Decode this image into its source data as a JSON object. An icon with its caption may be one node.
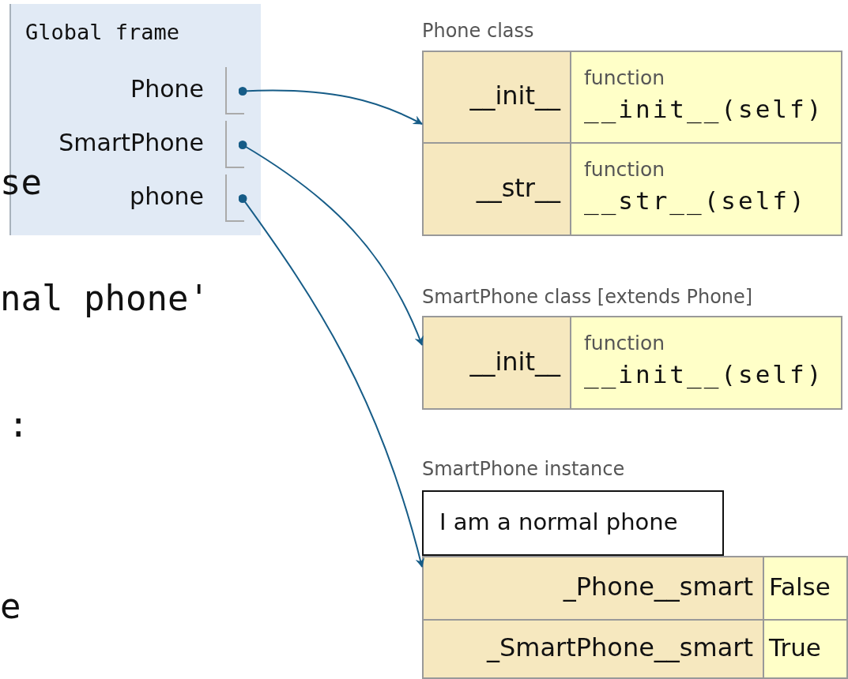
{
  "diagram": {
    "nodes": [
      {
        "text": [
          "Global frame"
        ]
      },
      {
        "text": [
          "Phone"
        ],
        "in": 0
      },
      {
        "text": [
          "SmartPhone"
        ],
        "in": 0
      },
      {
        "text": [
          "phone"
        ],
        "in": 0
      },
      {
        "text": [
          "Phone class"
        ]
      },
      {
        "text": [
          "__init__"
        ],
        "in": 4
      },
      {
        "text": [
          "function",
          "__init__(self)"
        ],
        "in": 4
      },
      {
        "text": [
          "__str__"
        ],
        "in": 4
      },
      {
        "text": [
          "function",
          "__str__(self)"
        ],
        "in": 4
      },
      {
        "text": [
          "SmartPhone class [extends Phone]"
        ]
      },
      {
        "text": [
          "__init__"
        ],
        "in": 9
      },
      {
        "text": [
          "function",
          "__init__(self)"
        ],
        "in": 9
      },
      {
        "text": [
          "SmartPhone instance"
        ]
      },
      {
        "text": [
          "I am a normal phone"
        ],
        "in": 12
      },
      {
        "text": [
          "_Phone__smart"
        ],
        "in": 12
      },
      {
        "text": [
          "False"
        ],
        "in": 12
      },
      {
        "text": [
          "_SmartPhone__smart"
        ],
        "in": 12
      },
      {
        "text": [
          "True"
        ],
        "in": 12
      }
    ],
    "edges": [
      {
        "from": 1,
        "to": 4,
        "arrow": "to"
      },
      {
        "from": 2,
        "to": 9,
        "arrow": "to"
      },
      {
        "from": 3,
        "to": 12,
        "arrow": "to"
      }
    ],
    "labels": [
      "se",
      "nal phone'",
      ":",
      "e"
    ]
  }
}
